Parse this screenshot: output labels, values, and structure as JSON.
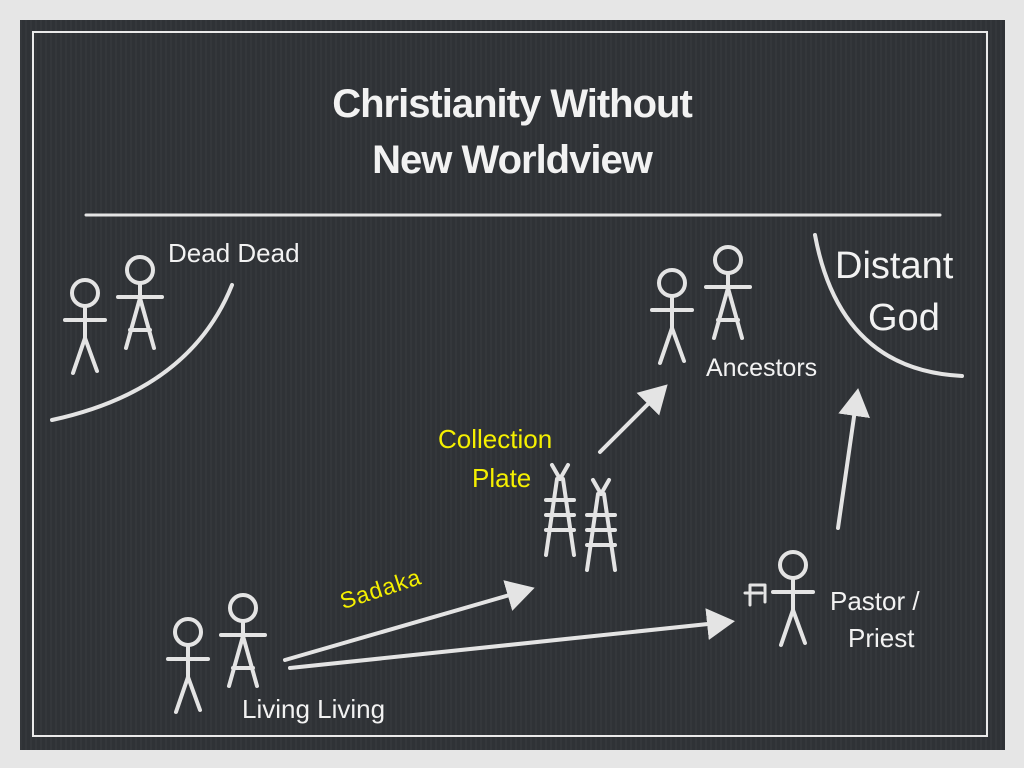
{
  "title": {
    "line1": "Christianity Without",
    "line2": "New Worldview"
  },
  "labels": {
    "dead": "Dead Dead",
    "distant_god_1": "Distant",
    "distant_god_2": "God",
    "ancestors": "Ancestors",
    "collection_1": "Collection",
    "collection_2": "Plate",
    "sadaka": "Sadaka",
    "pastor_1": "Pastor /",
    "pastor_2": "Priest",
    "living": "Living Living"
  },
  "colors": {
    "board": "#2f3236",
    "chalk": "#e8e8e8",
    "highlight": "#f5f000"
  }
}
